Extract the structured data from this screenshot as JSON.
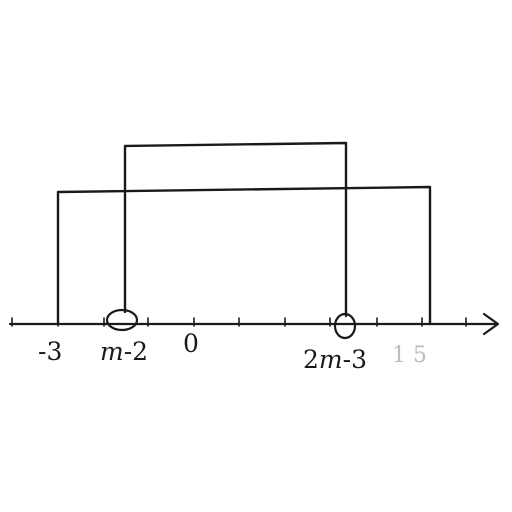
{
  "number_line": {
    "labels": {
      "neg3": "-3",
      "m_minus_2_var": "m",
      "m_minus_2_rest": "-2",
      "zero": "0",
      "two_m_minus_3_lead": "2",
      "two_m_minus_3_var": "m",
      "two_m_minus_3_rest": "-3",
      "right_end": "1 5"
    },
    "endpoint_style": {
      "m_minus_2": "open-circle",
      "two_m_minus_3": "open-circle"
    }
  },
  "colors": {
    "ink": "#1a1a1a",
    "faint": "#bdbdbd",
    "background": "#ffffff"
  }
}
